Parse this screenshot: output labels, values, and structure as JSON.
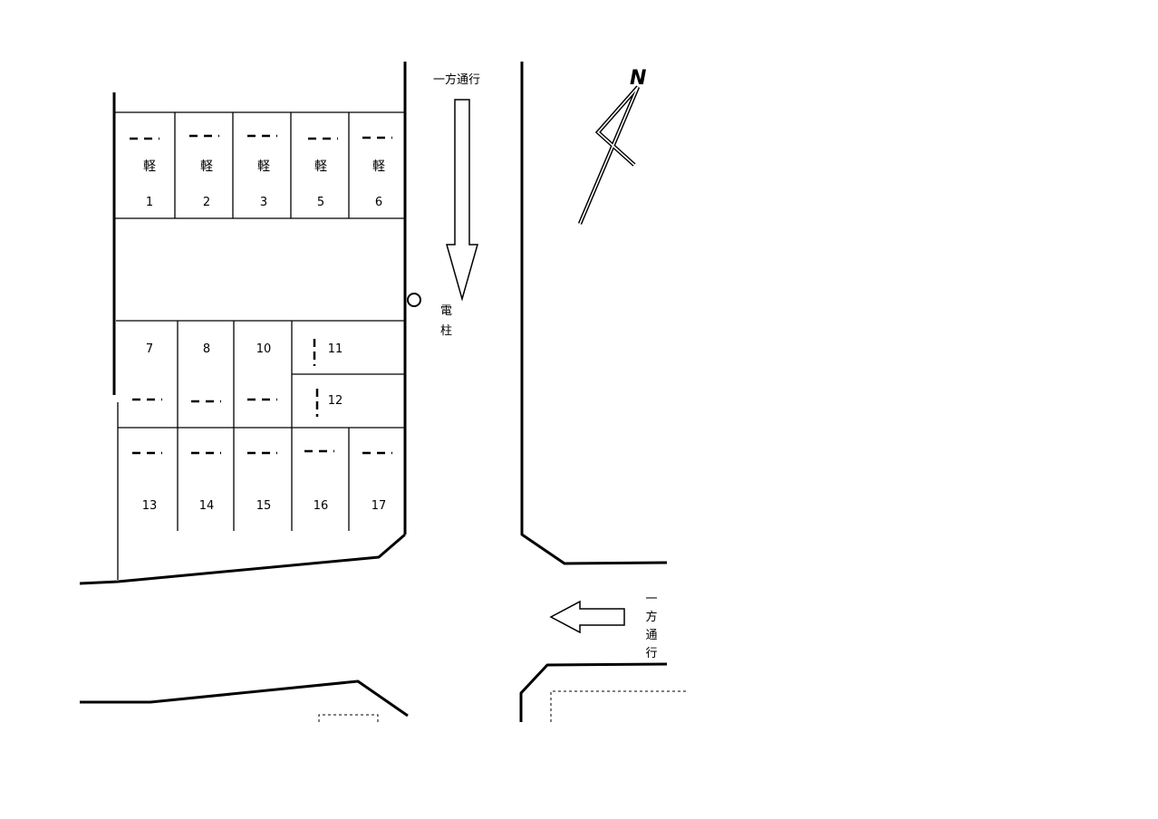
{
  "map": {
    "north_label": "N",
    "one_way_top": "一方通行",
    "one_way_right": [
      "一",
      "方",
      "通",
      "行"
    ],
    "pole_label": [
      "電",
      "柱"
    ],
    "kei_label": "軽",
    "spaces_top": [
      "1",
      "2",
      "3",
      "5",
      "6"
    ],
    "spaces_middle_left": [
      "7",
      "8",
      "10"
    ],
    "spaces_middle_right": [
      "11",
      "12"
    ],
    "spaces_bottom": [
      "13",
      "14",
      "15",
      "16",
      "17"
    ]
  }
}
